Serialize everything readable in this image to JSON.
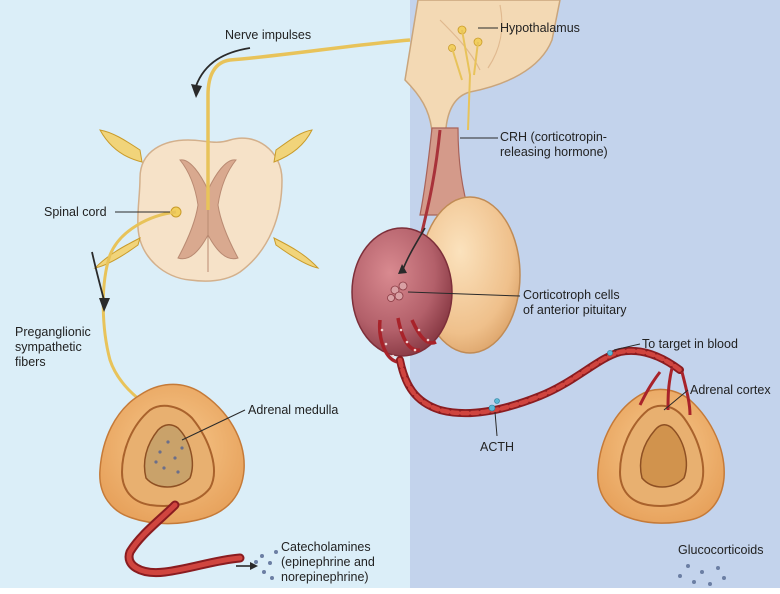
{
  "labels": {
    "nerve_impulses": "Nerve impulses",
    "hypothalamus": "Hypothalamus",
    "crh": "CRH (corticotropin-\nreleasing hormone)",
    "spinal_cord": "Spinal cord",
    "preganglionic": "Preganglionic\nsympathetic\nfibers",
    "corticotroph": "Corticotroph cells\nof anterior pituitary",
    "to_target": "To target in blood",
    "adrenal_medulla": "Adrenal medulla",
    "adrenal_cortex": "Adrenal cortex",
    "acth": "ACTH",
    "catecholamines": "Catecholamines\n(epinephrine and\nnorepinephrine)",
    "glucocorticoids": "Glucocorticoids"
  },
  "colors": {
    "left_panel": "#dbeef8",
    "right_panel": "#c3d3ec",
    "nerve": "#e8c35a",
    "spinal_tissue": "#f5dcc0",
    "gray_matter": "#d9a98f",
    "gland_outer": "#f3b56e",
    "gland_inner": "#d99a4f",
    "blood_vessel": "#b3262a",
    "pituitary_anterior": "#b3606a",
    "pituitary_posterior": "#f0c48e",
    "molecule": "#6b7ea3"
  }
}
